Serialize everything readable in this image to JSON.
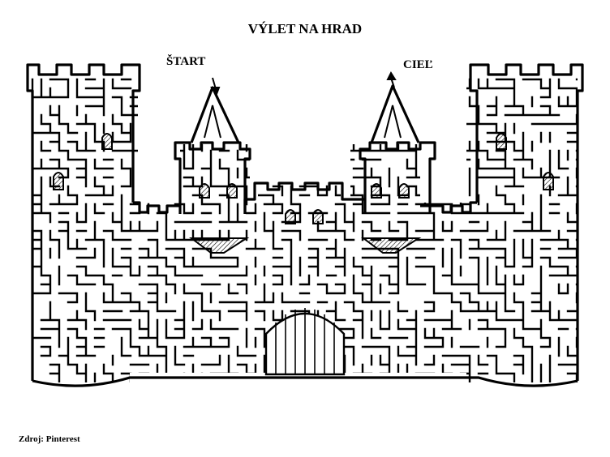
{
  "title": "VÝLET NA HRAD",
  "labels": {
    "start": "ŠTART",
    "goal": "CIEĽ"
  },
  "source": "Zdroj: Pinterest",
  "colors": {
    "ink": "#000000",
    "paper": "#ffffff"
  },
  "icons": {
    "start": "arrow-down-icon",
    "goal": "arrow-up-icon"
  }
}
